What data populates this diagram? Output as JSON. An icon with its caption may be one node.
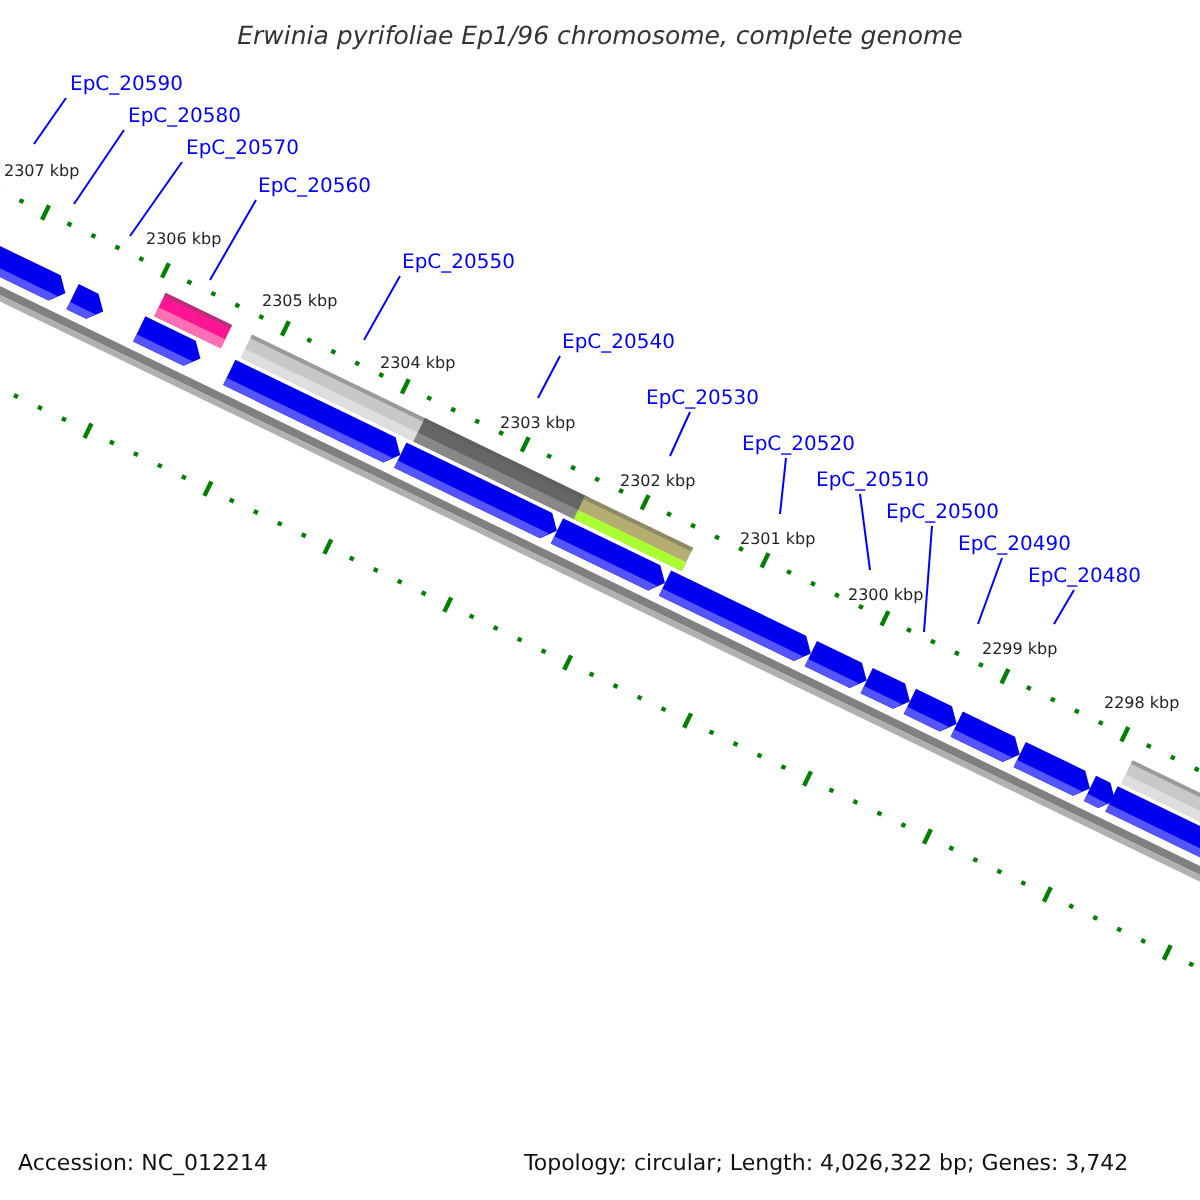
{
  "diagram": {
    "title": "Erwinia pyrifoliae Ep1/96 chromosome, complete genome",
    "nodes": [
      {
        "text": [
          "EpC_20590"
        ]
      },
      {
        "text": [
          "EpC_20580"
        ]
      },
      {
        "text": [
          "EpC_20570"
        ]
      },
      {
        "text": [
          "EpC_20560"
        ]
      },
      {
        "text": [
          "EpC_20550"
        ]
      },
      {
        "text": [
          "EpC_20540"
        ]
      },
      {
        "text": [
          "EpC_20530"
        ]
      },
      {
        "text": [
          "EpC_20520"
        ]
      },
      {
        "text": [
          "EpC_20510"
        ]
      },
      {
        "text": [
          "EpC_20500"
        ]
      },
      {
        "text": [
          "EpC_20490"
        ]
      },
      {
        "text": [
          "EpC_20480"
        ]
      }
    ],
    "edges": [
      {
        "from": 0,
        "to": null,
        "arrow": "none"
      },
      {
        "from": 1,
        "to": null,
        "arrow": "none"
      },
      {
        "from": 2,
        "to": null,
        "arrow": "none"
      },
      {
        "from": 3,
        "to": null,
        "arrow": "none"
      },
      {
        "from": 4,
        "to": null,
        "arrow": "none"
      },
      {
        "from": 5,
        "to": null,
        "arrow": "none"
      },
      {
        "from": 6,
        "to": null,
        "arrow": "none"
      },
      {
        "from": 7,
        "to": null,
        "arrow": "none"
      },
      {
        "from": 8,
        "to": null,
        "arrow": "none"
      },
      {
        "from": 9,
        "to": null,
        "arrow": "none"
      },
      {
        "from": 10,
        "to": null,
        "arrow": "none"
      },
      {
        "from": 11,
        "to": null,
        "arrow": "none"
      }
    ],
    "labels": [
      "2307 kbp",
      "2306 kbp",
      "2305 kbp",
      "2304 kbp",
      "2303 kbp",
      "2302 kbp",
      "2301 kbp",
      "2300 kbp",
      "2299 kbp",
      "2298 kbp",
      "Accession: NC_012214",
      "Topology: circular; Length: 4,026,322 bp; Genes: 3,742"
    ]
  }
}
